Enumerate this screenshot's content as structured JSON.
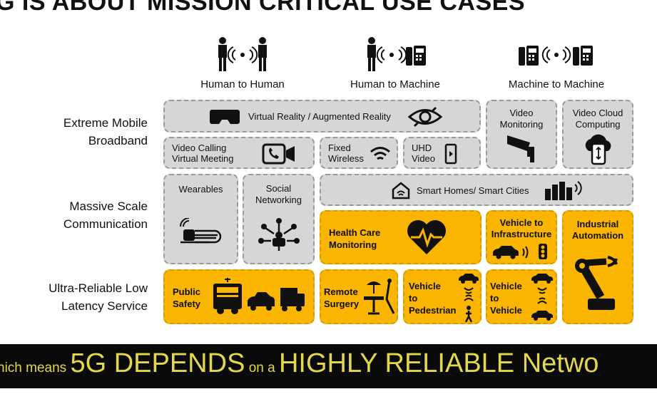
{
  "title": "G IS ABOUT MISSION CRITICAL USE CASES",
  "categories": {
    "h2h": "Human to Human",
    "h2m": "Human to Machine",
    "m2m": "Machine to Machine"
  },
  "rows": {
    "embb_1": "Extreme Mobile",
    "embb_2": "Broadband",
    "mmtc_1": "Massive Scale",
    "mmtc_2": "Communication",
    "urllc_1": "Ultra-Reliable Low",
    "urllc_2": "Latency Service"
  },
  "boxes": {
    "vr": "Virtual Reality / Augmented Reality",
    "video_mon_1": "Video",
    "video_mon_2": "Monitoring",
    "cloud_1": "Video Cloud",
    "cloud_2": "Computing",
    "vcall_1": "Video Calling",
    "vcall_2": "Virtual Meeting",
    "fixed_1": "Fixed",
    "fixed_2": "Wireless",
    "uhd_1": "UHD",
    "uhd_2": "Video",
    "wearables": "Wearables",
    "social_1": "Social",
    "social_2": "Networking",
    "smart": "Smart Homes/ Smart Cities",
    "health_1": "Health Care",
    "health_2": "Monitoring",
    "v2i_1": "Vehicle to",
    "v2i_2": "Infrastructure",
    "ind_1": "Industrial",
    "ind_2": "Automation",
    "safety_1": "Public",
    "safety_2": "Safety",
    "surgery_1": "Remote",
    "surgery_2": "Surgery",
    "v2p_1": "Vehicle",
    "v2p_2": "to",
    "v2p_3": "Pedestrian",
    "v2v_1": "Vehicle",
    "v2v_2": "to",
    "v2v_3": "Vehicle"
  },
  "banner": {
    "p1": "hich means ",
    "p2": "5G DEPENDS",
    "p3": " on a ",
    "p4": "HIGHLY RELIABLE Netwo"
  },
  "colors": {
    "gray_box": "#d6d6d6",
    "yellow_box": "#f9b500",
    "banner_bg": "#0a0a0a",
    "banner_text": "#e3d84a"
  }
}
